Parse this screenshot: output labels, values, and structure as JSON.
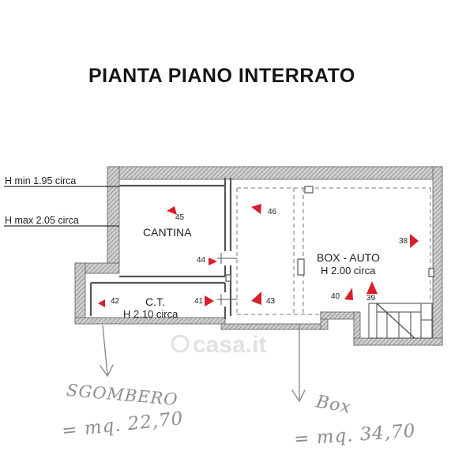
{
  "title": "PIANTA PIANO INTERRATO",
  "heights": {
    "h_min": "H min 1.95 circa",
    "h_max": "H max 2.05 circa"
  },
  "rooms": {
    "cantina": "CANTINA",
    "ct_name": "C.T.",
    "ct_height": "H 2.10 circa",
    "box_name": "BOX - AUTO",
    "box_height": "H 2.00 circa"
  },
  "photo_markers": [
    "45",
    "46",
    "44",
    "38",
    "42",
    "41",
    "43",
    "40",
    "39"
  ],
  "handwritten": {
    "sgombero_label": "SGOMBERO",
    "sgombero_area": "= mq. 22,70",
    "box_label": "Box",
    "box_area": "= mq. 34,70"
  },
  "watermark": "casa.it",
  "colors": {
    "marker": "#d8202c",
    "wall": "#6a6a6a",
    "hatch": "#9a9a9a",
    "handwriting": "#8e8e8e"
  }
}
